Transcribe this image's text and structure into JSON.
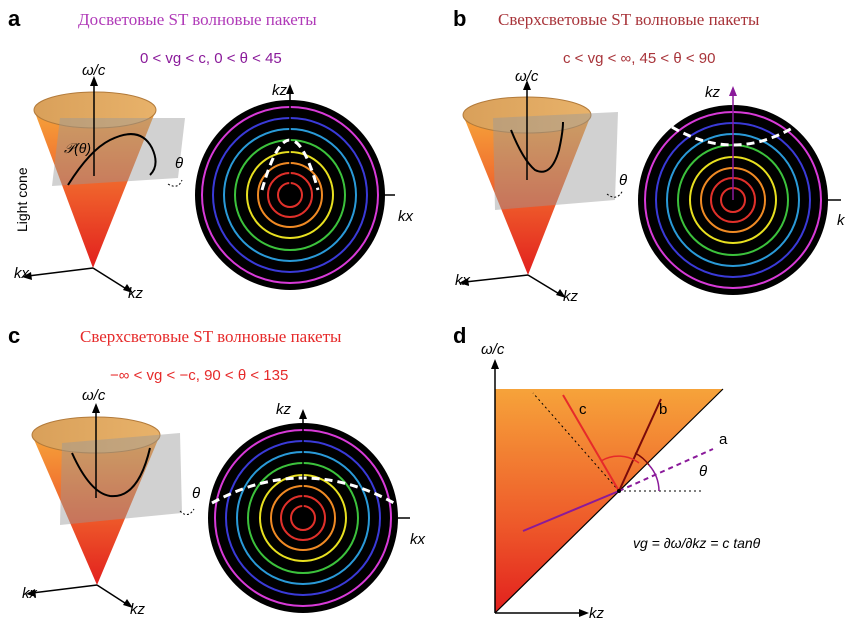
{
  "panels": {
    "a": {
      "label": "a",
      "title": "Досветовые ST волновые пакеты",
      "condition": "0 < vg < c, 0 < θ < 45",
      "cone_axis_label": "ω/c",
      "cone_kx": "kx",
      "cone_kz": "kz",
      "light_cone": "Light cone",
      "curve_label": "𝒫(θ)",
      "theta": "θ",
      "disk_kz": "kz",
      "disk_kx": "kx",
      "title_color": "#b03ab8",
      "condition_color": "#8a1a9a"
    },
    "b": {
      "label": "b",
      "title": "Сверхсветовые ST волновые пакеты",
      "condition": "c < vg < ∞, 45 < θ < 90",
      "cone_axis_label": "ω/c",
      "cone_kx": "kx",
      "cone_kz": "kz",
      "theta": "θ",
      "disk_kz": "kz",
      "disk_kx": "k",
      "title_color": "#a8343a",
      "condition_color": "#a8343a"
    },
    "c": {
      "label": "c",
      "title": "Сверхсветовые ST волновые пакеты",
      "condition": "−∞ < vg < −c, 90 < θ < 135",
      "cone_axis_label": "ω/c",
      "cone_kx": "kx",
      "cone_kz": "kz",
      "theta": "θ",
      "disk_kz": "kz",
      "disk_kx": "kx",
      "title_color": "#e62a2a",
      "condition_color": "#e62a2a"
    },
    "d": {
      "label": "d",
      "y_axis": "ω/c",
      "x_axis": "kz",
      "line_a": "a",
      "line_b": "b",
      "line_c": "c",
      "theta": "θ",
      "formula": "vg = ∂ω/∂kz = c tanθ"
    }
  },
  "ring_colors": [
    "#e0302a",
    "#f08a24",
    "#e8e020",
    "#3cc23c",
    "#2a9ad8",
    "#3a3ad8",
    "#8a2ad8",
    "#d83ad8"
  ]
}
